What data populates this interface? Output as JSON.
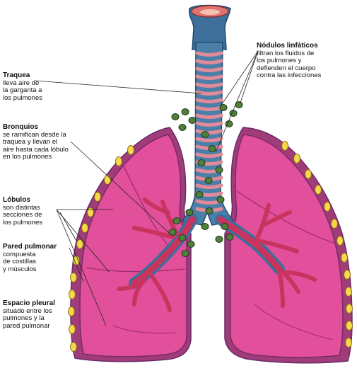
{
  "colors": {
    "lung_fill": "#e2509b",
    "lung_outline": "#6a2a6a",
    "pleura": "#a03c78",
    "nodule": "#f5d94a",
    "trachea": "#4a7fa8",
    "cartilage": "#e08a9a",
    "bronchi": "#c8345e",
    "lymph_node": "#4f7f3a"
  },
  "labels": {
    "traquea": {
      "title": "Traquea",
      "desc": [
        "lleva aire de",
        "la garganta a",
        "los pulmones"
      ]
    },
    "bronquios": {
      "title": "Bronquios",
      "desc": [
        "se ramifican desde la",
        "traquea y llevan el",
        "aire hasta cada lóbulo",
        "en los pulmones"
      ]
    },
    "lobulos": {
      "title": "Lóbulos",
      "desc": [
        "son distintas",
        "secciones de",
        "los pulmones"
      ]
    },
    "pared": {
      "title": "Pared pulmonar",
      "desc": [
        "compuesta",
        "de costillas",
        "y músculos"
      ]
    },
    "espacio": {
      "title": "Espacio pleural",
      "desc": [
        "situado entre los",
        "pulmones y la",
        "pared pulmonar"
      ]
    },
    "nodulos": {
      "title": "Nódulos linfáticos",
      "desc": [
        "filtran los fluidos de",
        "los pulmones y",
        "defienden el cuerpo",
        "contra las infecciones"
      ]
    }
  }
}
